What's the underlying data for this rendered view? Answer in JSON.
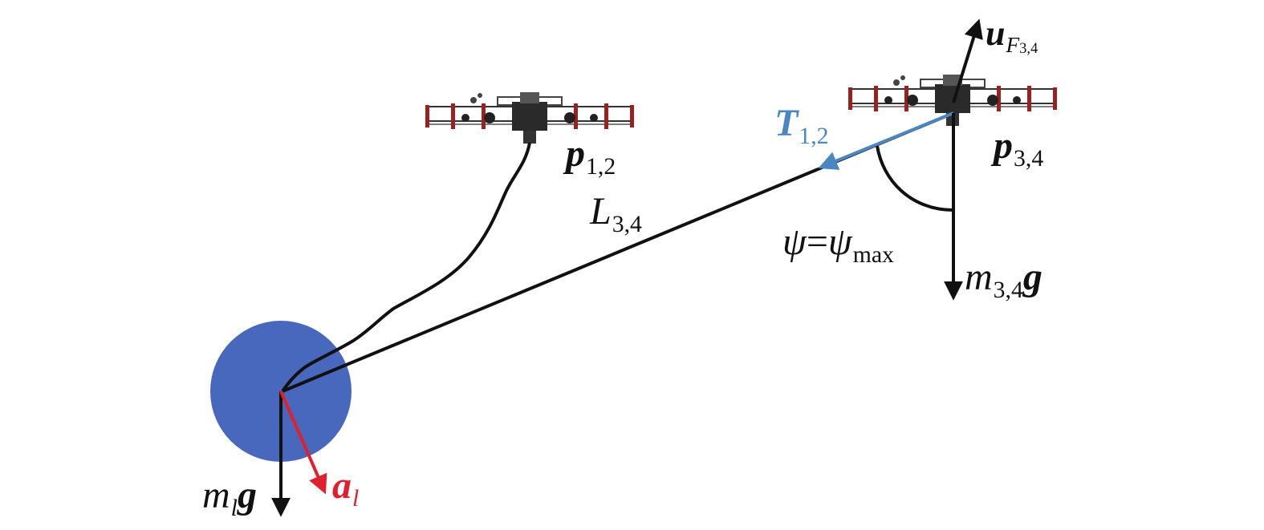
{
  "labels": {
    "uF": {
      "sym": "u",
      "sub_sym": "F",
      "sub_idx": "3,4"
    },
    "T12": {
      "sym": "T",
      "sub": "1,2"
    },
    "p12": {
      "sym": "p",
      "sub": "1,2"
    },
    "p34": {
      "sym": "p",
      "sub": "3,4"
    },
    "L34": {
      "sym": "L",
      "sub": "3,4"
    },
    "psi": {
      "lhs": "ψ",
      "eq": "=",
      "rhs": "ψ",
      "sub": "max"
    },
    "m34g": {
      "sym": "m",
      "sub": "3,4",
      "vec": "g"
    },
    "mlg": {
      "sym": "m",
      "sub": "l",
      "vec": "g"
    },
    "al": {
      "sym": "a",
      "sub": "l"
    }
  },
  "colors": {
    "load": "#4868BE",
    "tension": "#4A86C0",
    "accel": "#E0202C",
    "cable": "#111111",
    "frame_red": "#9B2020"
  },
  "icons": {
    "quadrotor": "quadrotor-drone-icon",
    "load": "spherical-load-icon"
  }
}
